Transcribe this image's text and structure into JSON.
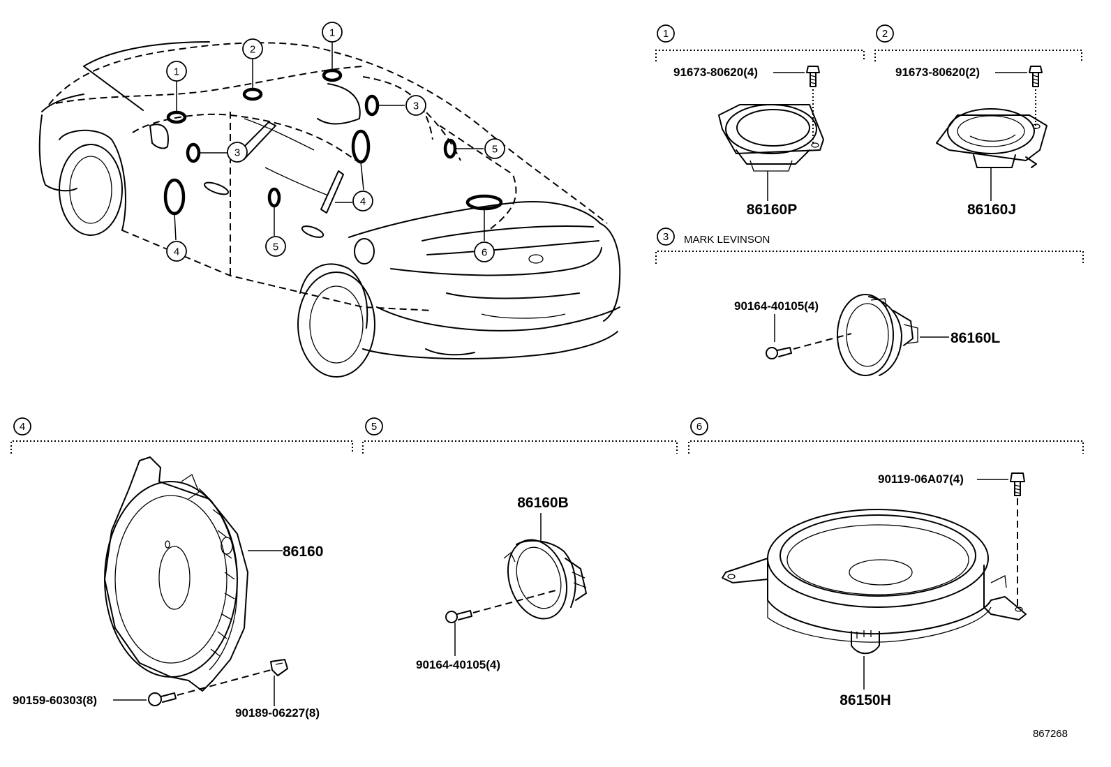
{
  "diagram": {
    "ref": "867268",
    "sections": [
      {
        "num": "1",
        "label": ""
      },
      {
        "num": "2",
        "label": ""
      },
      {
        "num": "3",
        "label": "MARK LEVINSON"
      },
      {
        "num": "4",
        "label": ""
      },
      {
        "num": "5",
        "label": ""
      },
      {
        "num": "6",
        "label": ""
      }
    ],
    "parts": {
      "s1_screw": "91673-80620(4)",
      "s1_speaker": "86160P",
      "s2_screw": "91673-80620(2)",
      "s2_speaker": "86160J",
      "s3_screw": "90164-40105(4)",
      "s3_speaker": "86160L",
      "s4_speaker": "86160",
      "s4_screw": "90159-60303(8)",
      "s4_clip": "90189-06227(8)",
      "s5_speaker": "86160B",
      "s5_screw": "90164-40105(4)",
      "s6_screw": "90119-06A07(4)",
      "s6_speaker": "86150H"
    },
    "car_callouts": [
      "1",
      "2",
      "1",
      "3",
      "3",
      "4",
      "4",
      "5",
      "5",
      "6"
    ]
  }
}
